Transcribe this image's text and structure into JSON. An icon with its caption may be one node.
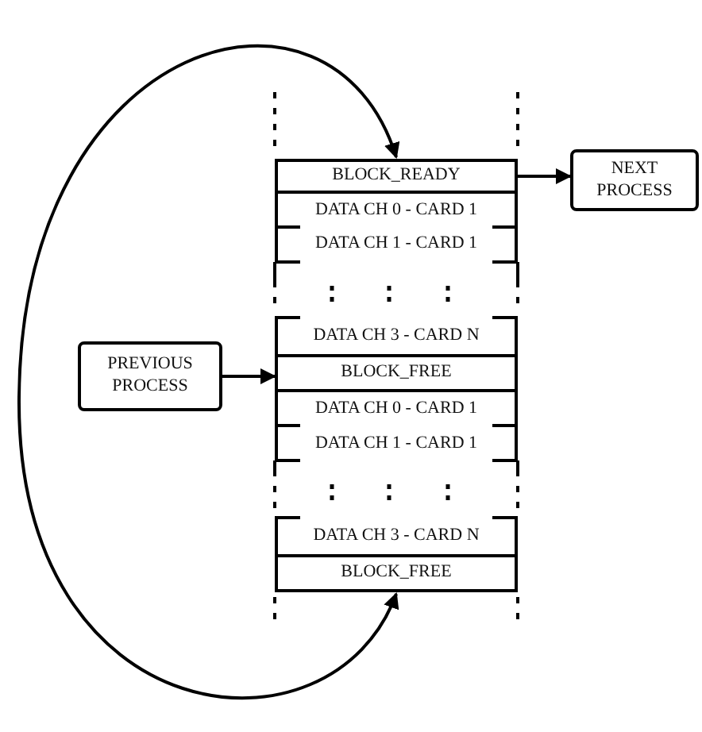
{
  "diagram": {
    "nodes": [
      {
        "text": [
          "BLOCK_READY"
        ]
      },
      {
        "text": [
          "NEXT PROCESS"
        ]
      },
      {
        "text": [
          "DATA CH 0 - CARD 1"
        ]
      },
      {
        "text": [
          "DATA CH 1 - CARD 1"
        ]
      },
      {
        "text": [
          "DATA CH 3 - CARD N"
        ]
      },
      {
        "text": [
          "PREVIOUS PROCESS"
        ]
      },
      {
        "text": [
          "BLOCK_FREE"
        ]
      },
      {
        "text": [
          "DATA CH 0 - CARD 1"
        ]
      },
      {
        "text": [
          "DATA CH 1 - CARD 1"
        ]
      },
      {
        "text": [
          "DATA CH 3 - CARD N"
        ]
      },
      {
        "text": [
          "BLOCK_FREE"
        ]
      }
    ],
    "edges": [
      {
        "from": 0,
        "to": 1,
        "arrow": "to"
      },
      {
        "from": 5,
        "to": 6,
        "arrow": "to"
      },
      {
        "from": 10,
        "to": 0,
        "arrow": "both"
      }
    ]
  }
}
